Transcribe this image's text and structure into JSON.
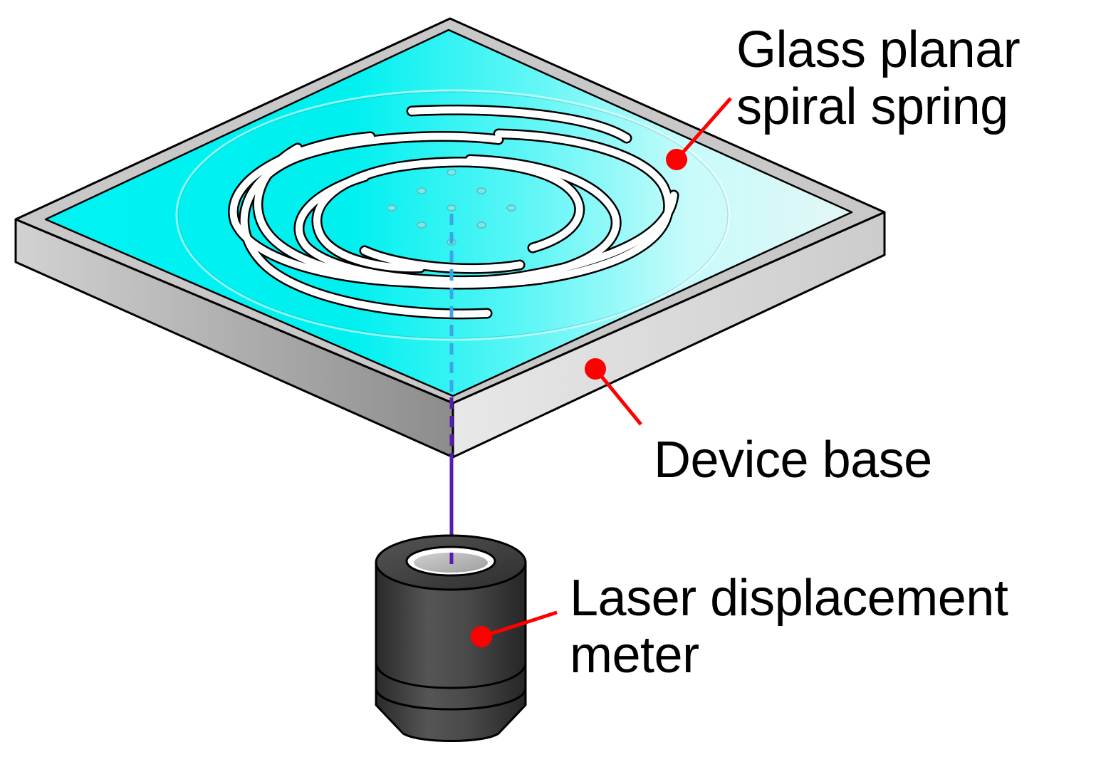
{
  "labels": {
    "glass_spring": {
      "line1": "Glass planar",
      "line2": "spiral spring"
    },
    "device_base": {
      "line1": "Device base"
    },
    "laser_meter": {
      "line1": "Laser displacement",
      "line2": "meter"
    }
  },
  "colors": {
    "glass": "#00f0f0",
    "glass_light": "#d8fafa",
    "base_top": "#c8c8c8",
    "base_side_left": "#9a9a9a",
    "base_side_right": "#d8d8d8",
    "laser_beam": "#5a1ab0",
    "laser_beam_through_glass": "#3aa0e0",
    "meter_body": "#3a3a3a",
    "marker": "#ff0000"
  }
}
